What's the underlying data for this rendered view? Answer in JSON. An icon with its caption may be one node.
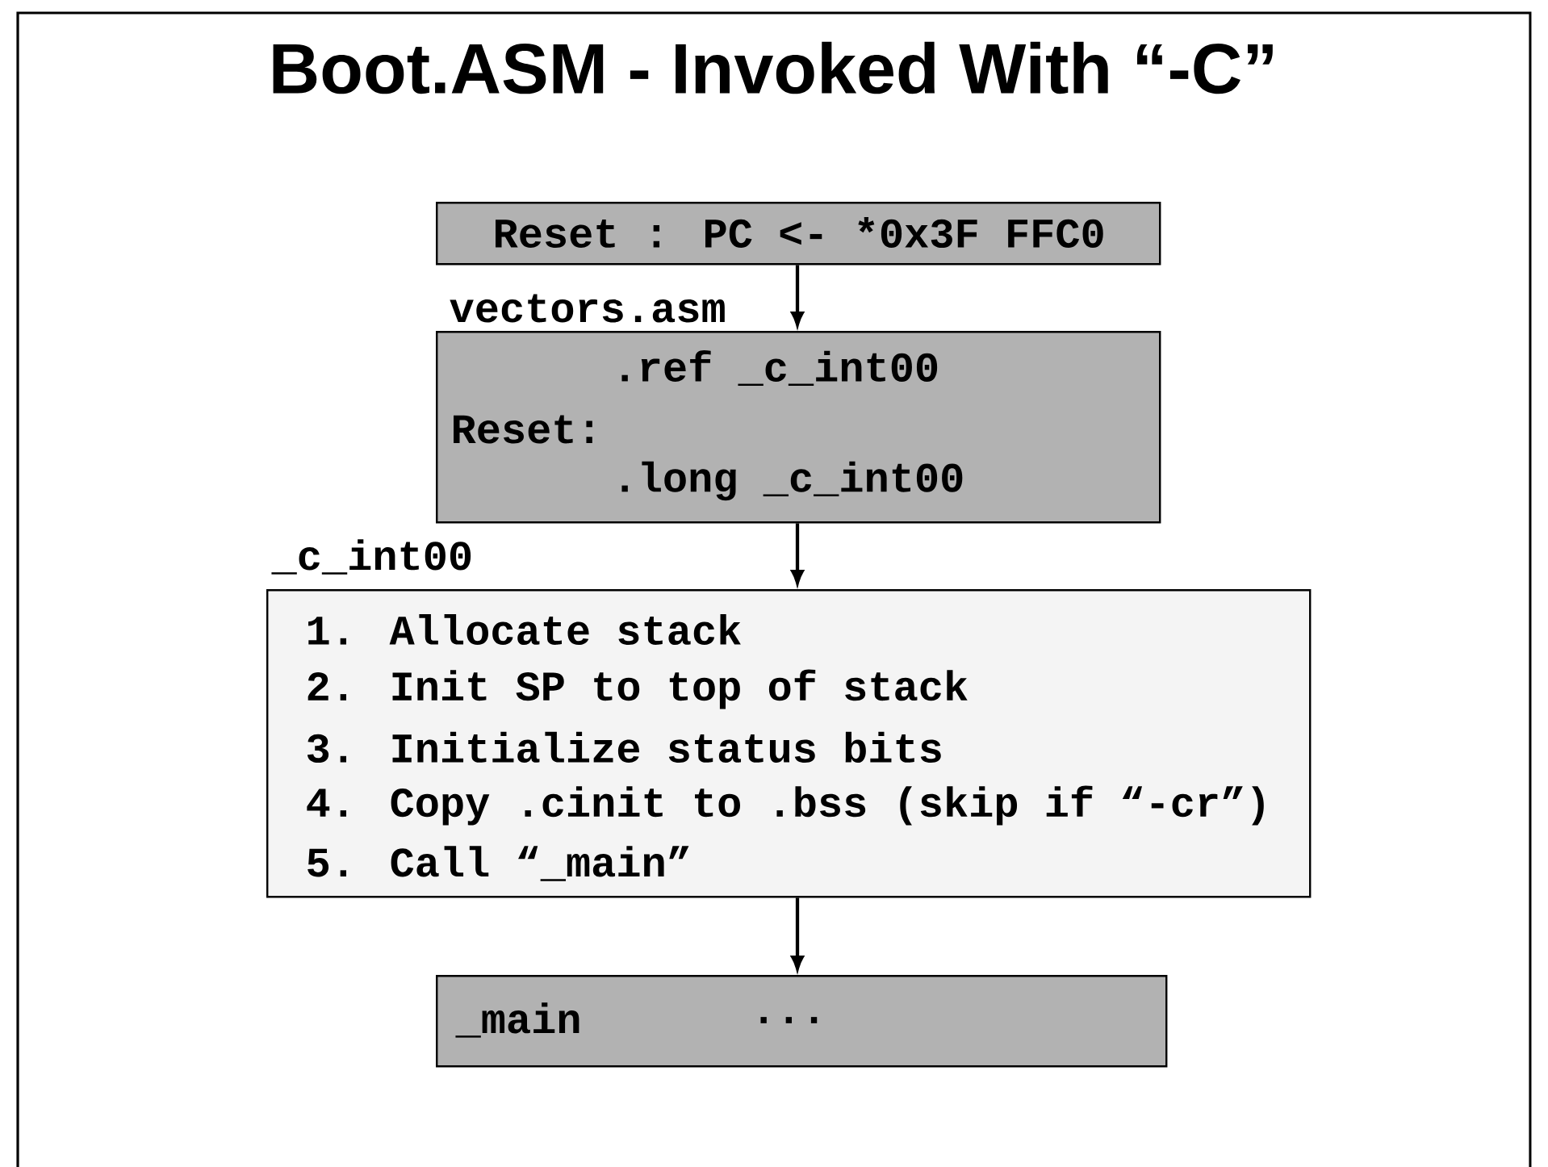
{
  "diagram": {
    "title": "Boot.ASM - Invoked With “-C”",
    "nodes": [
      {
        "text": [
          "Reset : PC <- *0x3F FFC0"
        ]
      },
      {
        "text": [
          "vectors.asm",
          ".ref _c_int00",
          "Reset:",
          ".long _c_int00"
        ]
      },
      {
        "text": [
          "_c_int00",
          "1. Allocate stack",
          "2. Init SP to top of stack",
          "3. Initialize status bits",
          "4. Copy .cinit to .bss (skip if “-cr”)",
          "5. Call “_main”"
        ]
      },
      {
        "text": [
          "_main",
          "..."
        ]
      }
    ],
    "edges": [
      {
        "from": 0,
        "to": 1,
        "arrow": "to"
      },
      {
        "from": 1,
        "to": 2,
        "arrow": "to"
      },
      {
        "from": 2,
        "to": 3,
        "arrow": "to"
      }
    ]
  }
}
